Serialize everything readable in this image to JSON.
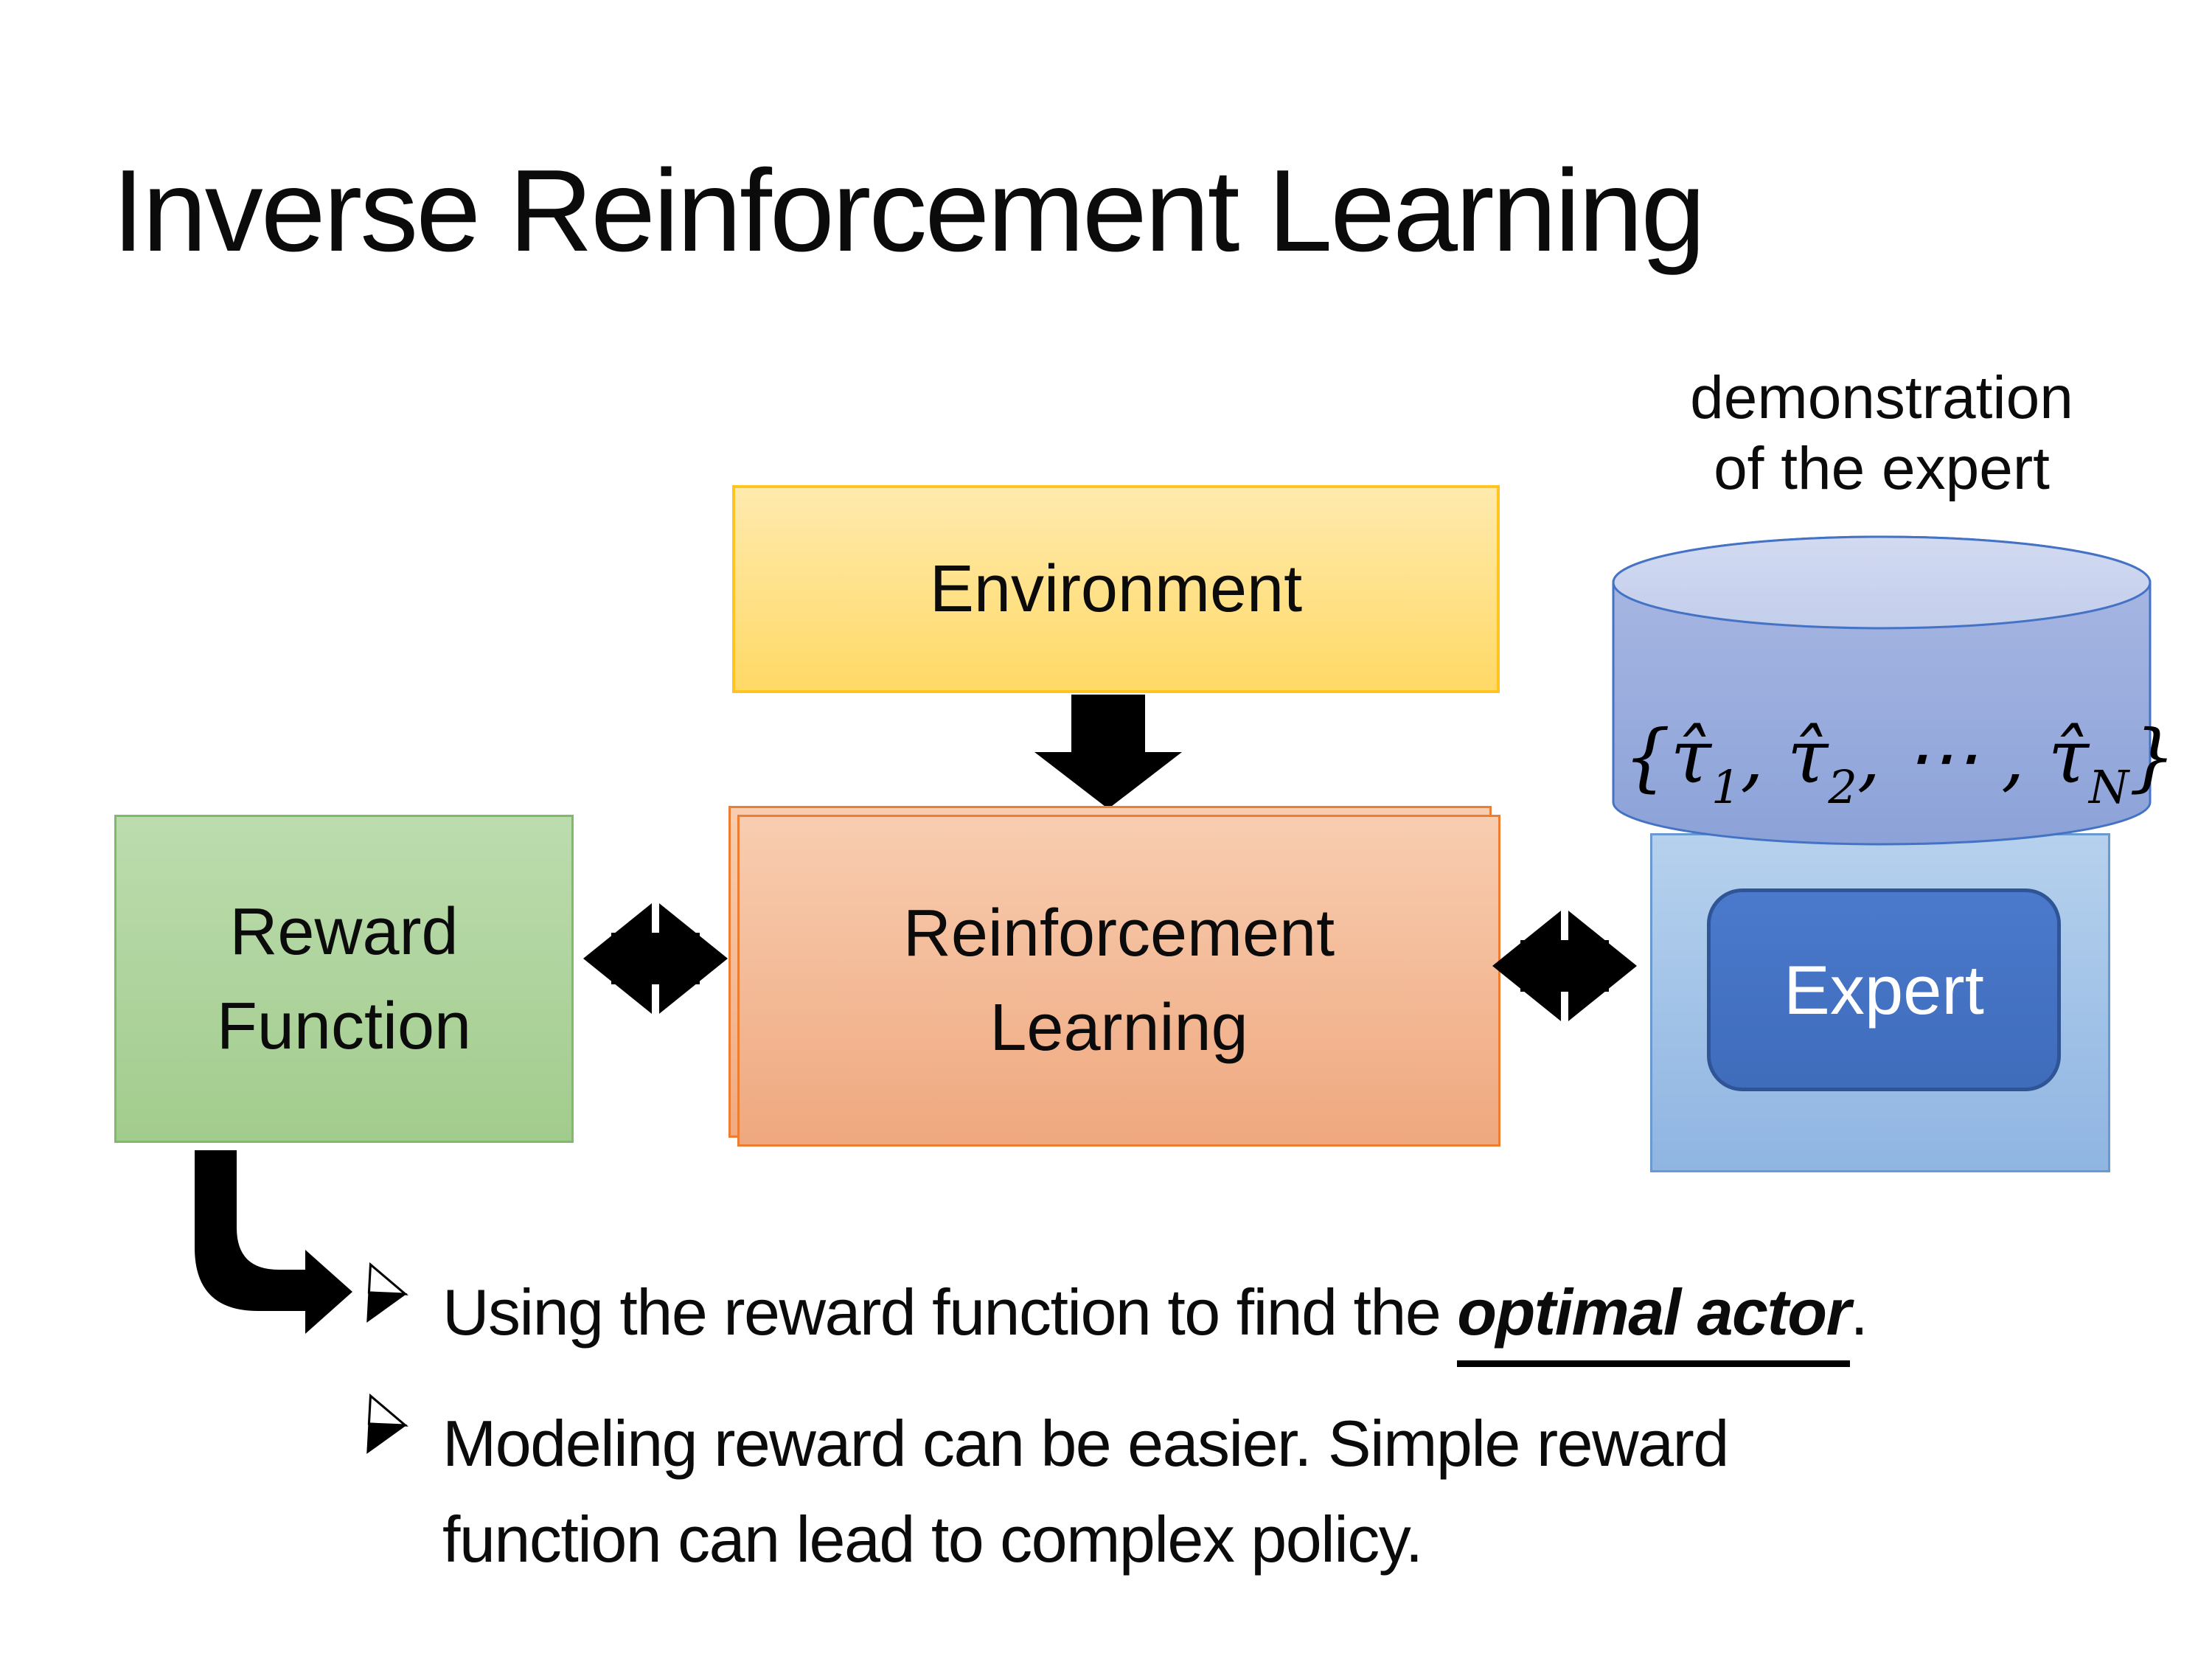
{
  "title": "Inverse Reinforcement Learning",
  "diagram": {
    "demo_label_line1": "demonstration",
    "demo_label_line2": "of the expert",
    "environment_box": {
      "label": "Environment"
    },
    "reward_box": {
      "label_line1": "Reward",
      "label_line2": "Function"
    },
    "rl_box": {
      "label_line1": "Reinforcement",
      "label_line2": "Learning"
    },
    "expert_box": {
      "label": "Expert"
    },
    "demo_formula": {
      "open": "{",
      "tau": "τ̂",
      "sub1": "1",
      "sep1": ", ",
      "sub2": "2",
      "sep2": ", ⋯ , ",
      "subN": "N",
      "close": "}"
    },
    "icons": {
      "down_arrow": "thick-down-arrow",
      "left_double_arrow": "double-headed-horizontal-arrow",
      "right_double_arrow": "double-headed-horizontal-arrow",
      "elbow_arrow": "down-then-right-elbow-arrow",
      "bullet_marker": "3d-right-arrowhead",
      "database": "cylinder-database"
    }
  },
  "bullets": [
    {
      "marker": "➢",
      "text_before": "Using the reward function to find the ",
      "emphasis": "optimal actor",
      "text_after": "."
    },
    {
      "marker": "➢",
      "line1": "Modeling reward can be easier. Simple reward",
      "line2": "function can lead to complex policy."
    }
  ],
  "colors": {
    "environment_fill_top": "#FFEAAE",
    "environment_fill_bottom": "#FFD966",
    "environment_border": "#FFC41F",
    "reward_fill_top": "#BCDCAE",
    "reward_fill_bottom": "#A2CC8D",
    "reward_border": "#7FB96A",
    "rl_fill_top": "#F8CDB0",
    "rl_fill_bottom": "#EFA87F",
    "rl_border": "#ED7D31",
    "expert_container_fill_top": "#B6D1ED",
    "expert_container_fill_bottom": "#8FB5E2",
    "expert_container_border": "#6A99CF",
    "expert_fill": "#4472C4",
    "expert_border": "#2F5597",
    "expert_text": "#FFFFFF",
    "cylinder_top_fill": "#CDD6EF",
    "cylinder_body_top": "#AAB9E4",
    "cylinder_body_bottom": "#8CA2D8",
    "cylinder_border": "#4472C4",
    "arrow_color": "#000000",
    "text_color": "#000000",
    "background": "#FFFFFF"
  }
}
